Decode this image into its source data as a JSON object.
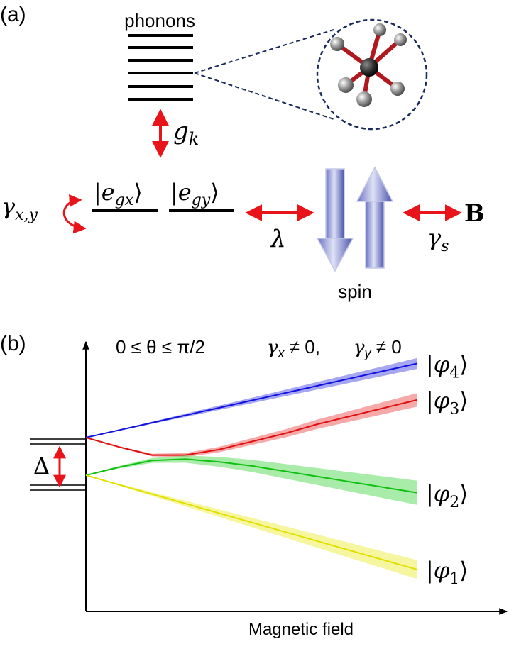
{
  "panel_a": {
    "label": "(a)",
    "phonons_label": "phonons",
    "coupling_g": {
      "sym": "g",
      "sub": "k"
    },
    "state_x": {
      "sym": "e",
      "sub": "gx"
    },
    "state_y": {
      "sym": "e",
      "sub": "gy"
    },
    "gamma_xy": {
      "sym": "γ",
      "sub": "x,y"
    },
    "lambda": "λ",
    "gamma_s": {
      "sym": "γ",
      "sub": "s"
    },
    "field": "B",
    "spin_label": "spin"
  },
  "panel_b": {
    "label": "(b)",
    "condition_theta": "0 ≤ θ ≤ π/2",
    "condition_gamma_x": {
      "sym": "γ",
      "sub": "x",
      "rel": " ≠ 0,"
    },
    "condition_gamma_y": {
      "sym": "γ",
      "sub": "y",
      "rel": " ≠ 0"
    },
    "delta": "Δ",
    "xlabel": "Magnetic field"
  },
  "chart_data": {
    "type": "line",
    "xlabel": "Magnetic field",
    "x_range": [
      0,
      1
    ],
    "y_range": [
      0,
      1
    ],
    "series": [
      {
        "name": "φ4",
        "sym": "φ",
        "sub": "4",
        "color": "#1010e0",
        "band": "#6a6ae8",
        "x": [
          0,
          1
        ],
        "y": [
          0.645,
          0.92
        ],
        "band_halfwidth": [
          0,
          0.02
        ]
      },
      {
        "name": "φ3",
        "sym": "φ",
        "sub": "3",
        "color": "#e01010",
        "band": "#f07070",
        "x": [
          0,
          0.1,
          0.2,
          0.3,
          0.4,
          0.5,
          0.6,
          0.7,
          0.8,
          0.9,
          1
        ],
        "y": [
          0.645,
          0.61,
          0.58,
          0.58,
          0.6,
          0.63,
          0.66,
          0.695,
          0.725,
          0.755,
          0.785
        ],
        "band_halfwidth": [
          0,
          0.025
        ]
      },
      {
        "name": "φ2",
        "sym": "φ",
        "sub": "2",
        "color": "#10c010",
        "band": "#70e070",
        "x": [
          0,
          0.1,
          0.2,
          0.3,
          0.4,
          0.5,
          0.6,
          0.7,
          0.8,
          0.9,
          1
        ],
        "y": [
          0.505,
          0.535,
          0.56,
          0.565,
          0.555,
          0.54,
          0.52,
          0.5,
          0.48,
          0.46,
          0.44
        ],
        "band_halfwidth": [
          0,
          0.045
        ]
      },
      {
        "name": "φ1",
        "sym": "φ",
        "sub": "1",
        "color": "#e0e000",
        "band": "#f0f060",
        "x": [
          0,
          1
        ],
        "y": [
          0.505,
          0.155
        ],
        "band_halfwidth": [
          0,
          0.035
        ]
      }
    ],
    "annotation_delta": {
      "from": 0.505,
      "to": 0.645,
      "label": "Δ"
    }
  },
  "colors": {
    "arrow": "#e8141a",
    "atom": "#777777",
    "center_atom": "#2a2a2a",
    "bond": "#b01820",
    "inset_border": "#1a2a5a",
    "spin": "#6a70c0"
  }
}
